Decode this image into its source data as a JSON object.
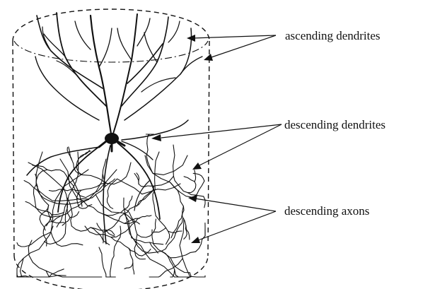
{
  "diagram": {
    "labels": {
      "ascending": "ascending dendrites",
      "descending_dendrites": "descending dendrites",
      "descending_axons": "descending axons"
    }
  }
}
